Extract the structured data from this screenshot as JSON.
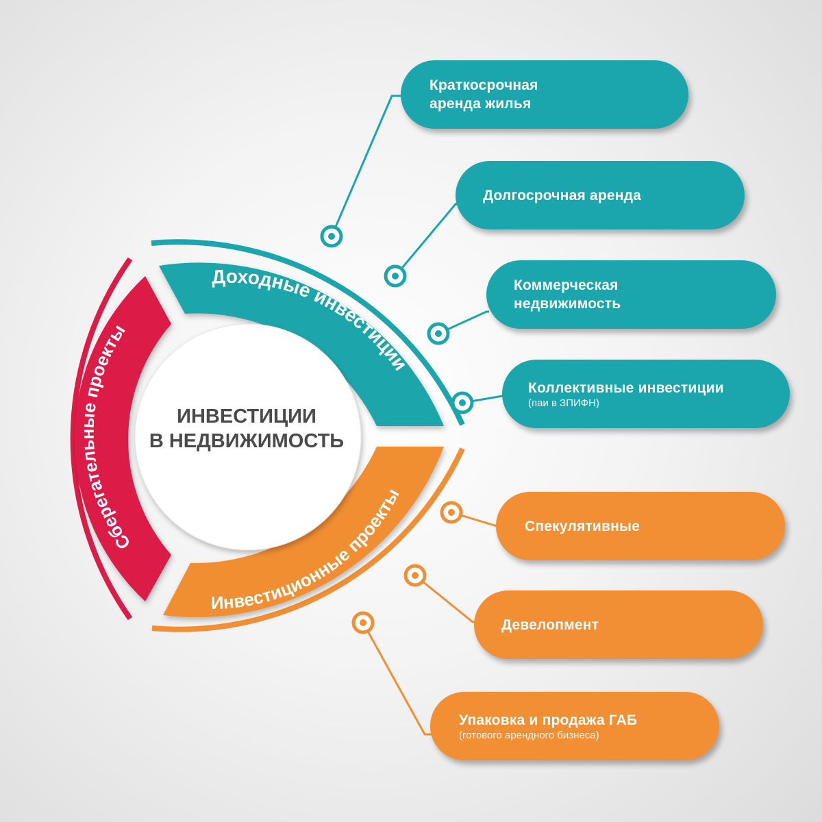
{
  "center": {
    "title": "ИНВЕСТИЦИИ\nВ НЕДВИЖИМОСТЬ"
  },
  "segments": {
    "income": "Доходные инвестиции",
    "investment": "Инвестиционные проекты",
    "savings": "Сберегательные проекты"
  },
  "income_items": [
    {
      "main": "Краткосрочная\nаренда жилья",
      "sub": ""
    },
    {
      "main": "Долгосрочная аренда",
      "sub": ""
    },
    {
      "main": "Коммерческая\nнедвижимость",
      "sub": ""
    },
    {
      "main": "Коллективные инвестиции",
      "sub": "(паи в ЗПИФН)"
    }
  ],
  "investment_items": [
    {
      "main": "Спекулятивные",
      "sub": ""
    },
    {
      "main": "Девелопмент",
      "sub": ""
    },
    {
      "main": "Упаковка и продажа ГАБ",
      "sub": "(готового арендного бизнеса)"
    }
  ],
  "colors": {
    "teal": "#1aa6ac",
    "orange": "#f28e33",
    "red": "#dc1c47",
    "center_text": "#4a4a4a"
  }
}
